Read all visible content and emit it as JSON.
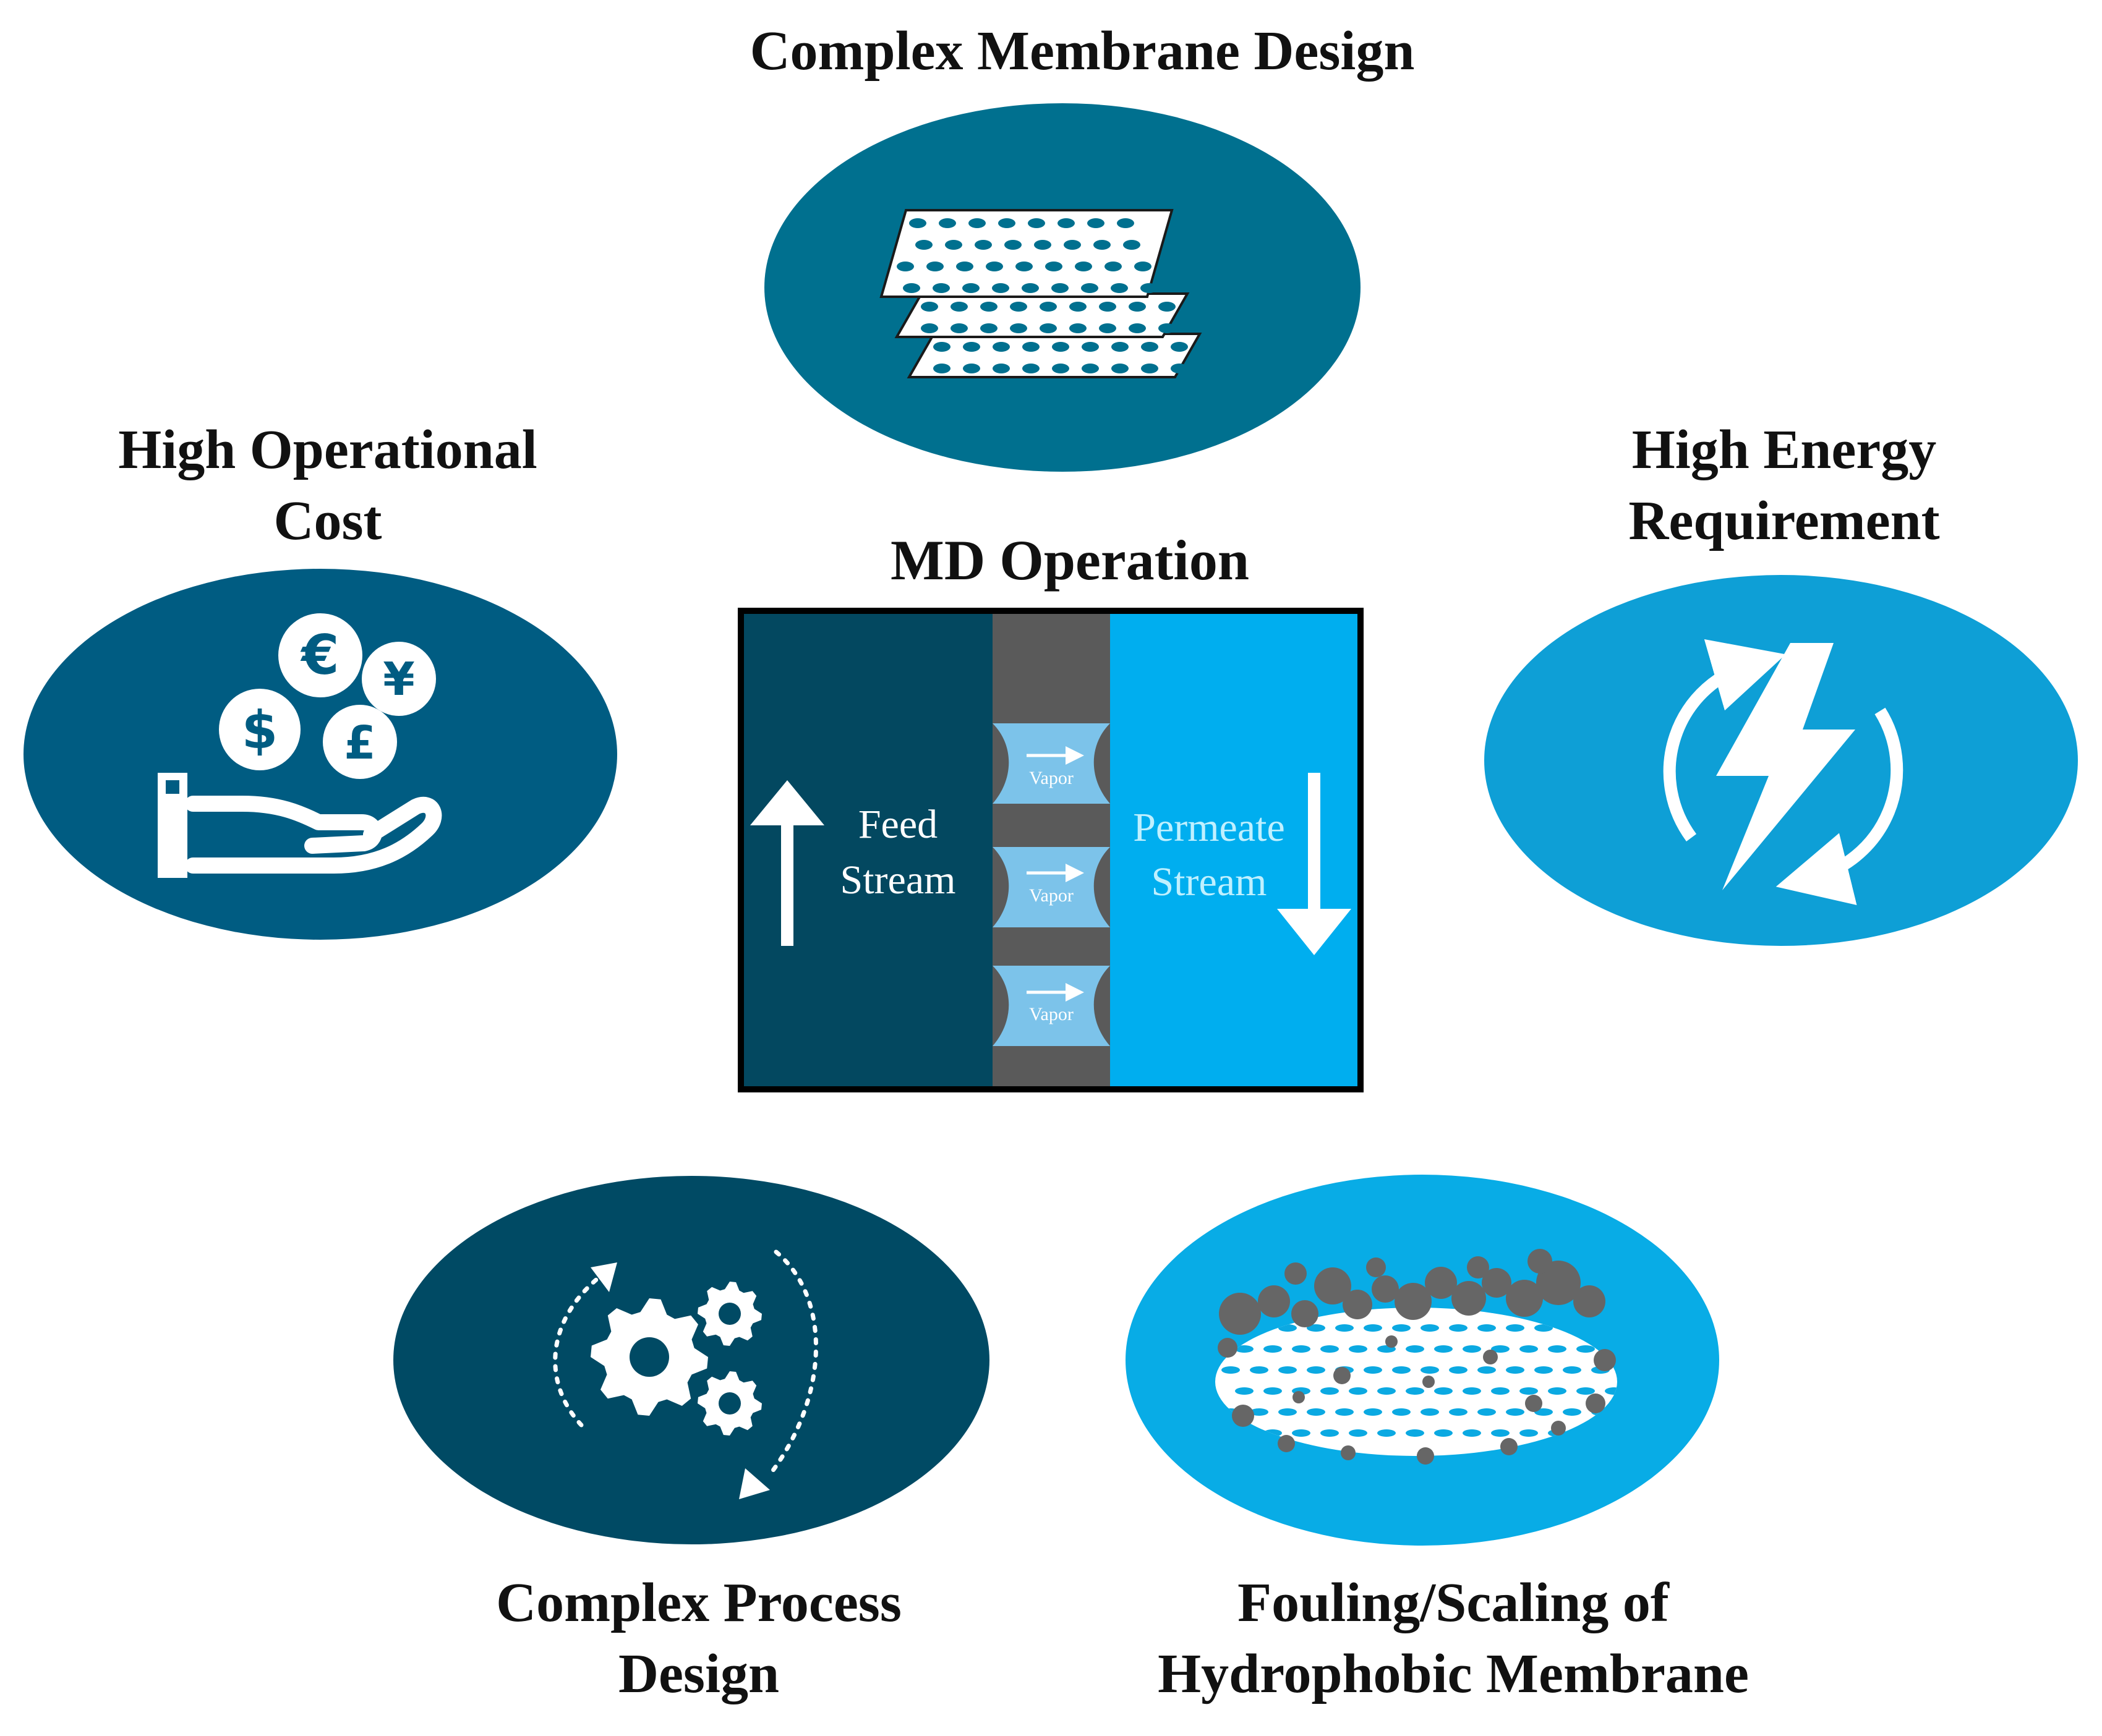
{
  "diagram": {
    "center": {
      "title": "MD Operation",
      "feed_label": [
        "Feed",
        "Stream"
      ],
      "permeate_label": [
        "Permeate",
        "Stream"
      ],
      "vapor_label": "Vapor"
    },
    "challenges": [
      {
        "id": "membrane",
        "label_lines": [
          "Complex Membrane Design"
        ]
      },
      {
        "id": "cost",
        "label_lines": [
          "High Operational",
          "Cost"
        ],
        "currency_symbols": [
          "€",
          "¥",
          "$",
          "£"
        ]
      },
      {
        "id": "energy",
        "label_lines": [
          "High Energy",
          "Requirement"
        ]
      },
      {
        "id": "process",
        "label_lines": [
          "Complex Process",
          "Design"
        ]
      },
      {
        "id": "fouling",
        "label_lines": [
          "Fouling/Scaling of",
          "Hydrophobic Membrane"
        ]
      }
    ]
  },
  "colors": {
    "membrane_ellipse": "#00708F",
    "cost_ellipse": "#005C82",
    "energy_ellipse": "#0E9FD6",
    "process_ellipse": "#004A64",
    "fouling_ellipse": "#08ACE6",
    "feed": "#034860",
    "permeate": "#00AEEF",
    "membrane_wall": "#5A5A5A",
    "vapor": "#7CC3EA",
    "foulant": "#666666"
  }
}
